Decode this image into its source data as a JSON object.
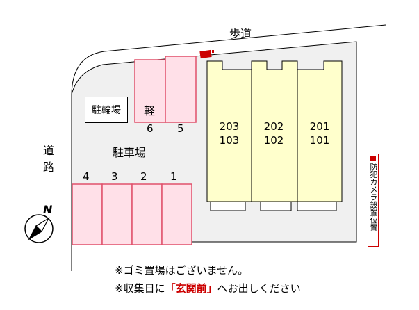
{
  "labels": {
    "sidewalk": "歩道",
    "road": "道路",
    "parking": "駐車場",
    "bike_parking": "駐輪場",
    "kei": "軽",
    "compass": "N"
  },
  "parking_spaces": {
    "top": [
      {
        "num": "6"
      },
      {
        "num": "5"
      }
    ],
    "bottom": [
      {
        "num": "4"
      },
      {
        "num": "3"
      },
      {
        "num": "2"
      },
      {
        "num": "1"
      }
    ]
  },
  "buildings": [
    {
      "upper": "203",
      "lower": "103"
    },
    {
      "upper": "202",
      "lower": "102"
    },
    {
      "upper": "201",
      "lower": "101"
    }
  ],
  "camera_legend": "防犯カメラ設置位置",
  "notes": {
    "line1": "※ゴミ置場はございません。",
    "line2_pre": "※収集日に",
    "line2_hl": "「玄関前」",
    "line2_post": "へお出しください"
  },
  "colors": {
    "lot": "#f0f0f0",
    "building_fill": "#ffffcc",
    "parking_fill": "#ffe0e8",
    "parking_stroke": "#e0506a",
    "camera": "#cc0000"
  }
}
